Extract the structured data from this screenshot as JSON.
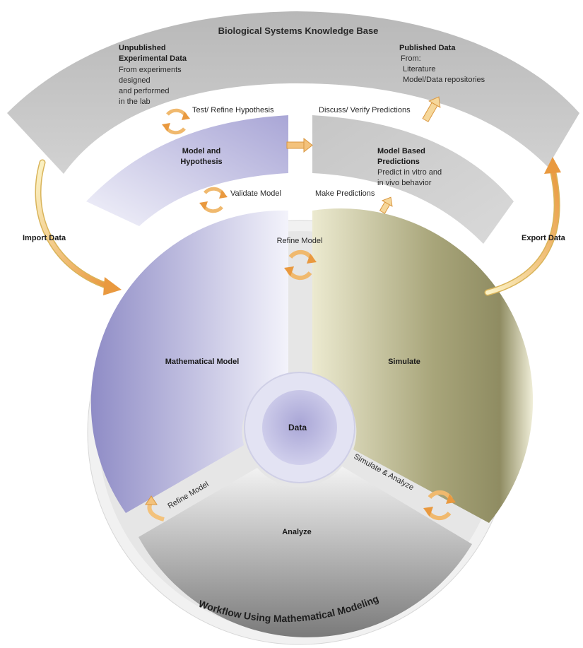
{
  "knowledge_base": {
    "title": "Biological Systems Knowledge Base",
    "unpublished": {
      "heading_1": "Unpublished",
      "heading_2": "Experimental Data",
      "lines": [
        "From experiments",
        "designed",
        "and performed",
        "in the lab"
      ]
    },
    "published": {
      "heading": "Published Data",
      "lines": [
        "From:",
        "Literature",
        "Model/Data repositories"
      ]
    }
  },
  "inner_band": {
    "model_hypothesis": [
      "Model and",
      "Hypothesis"
    ],
    "predictions": {
      "heading": [
        "Model Based",
        "Predictions"
      ],
      "lines": [
        "Predict in vitro and",
        "in vivo behavior"
      ]
    }
  },
  "cycle_labels": {
    "test_refine": "Test/ Refine Hypothesis",
    "discuss_verify": "Discuss/ Verify Predictions",
    "validate_model": "Validate Model",
    "make_predictions": "Make Predictions",
    "refine_model_top": "Refine Model",
    "refine_model_bottom": "Refine Model",
    "simulate_analyze": "Simulate & Analyze"
  },
  "side_labels": {
    "import_data": "Import Data",
    "export_data": "Export Data"
  },
  "wheel": {
    "mathematical_model": "Mathematical Model",
    "simulate": "Simulate",
    "analyze": "Analyze",
    "data": "Data",
    "workflow_title": "Workflow Using Mathematical Modeling"
  },
  "colors": {
    "knowledge_base": "#c4c4c4",
    "model_hypothesis": "#b3b0d8",
    "predictions": "#c9c9c9",
    "mathematical_model": "#a6a3d2",
    "simulate": "#a9a67a",
    "analyze": "#8e8e8e",
    "data": "#c7c6e6",
    "arrow": "#eda85a"
  }
}
